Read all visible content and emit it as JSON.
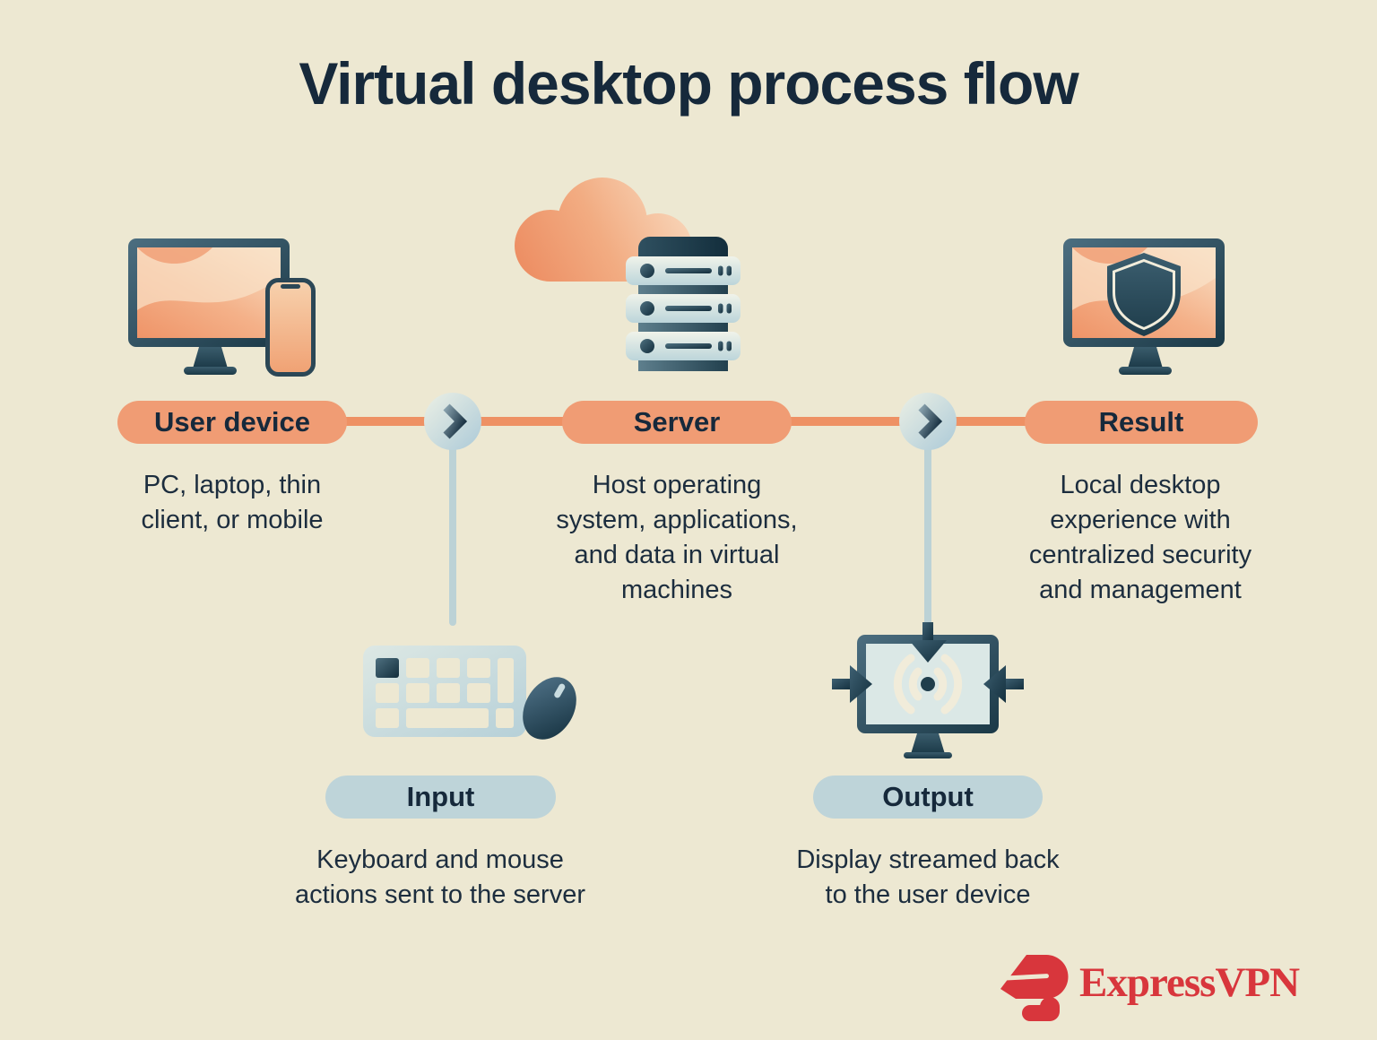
{
  "title": "Virtual desktop process flow",
  "flow": {
    "user_device": {
      "label": "User device",
      "description": "PC, laptop, thin\nclient, or mobile"
    },
    "server": {
      "label": "Server",
      "description": "Host operating\nsystem, applications,\nand data in virtual\nmachines"
    },
    "result": {
      "label": "Result",
      "description": "Local desktop\nexperience with\ncentralized security\nand management"
    },
    "input": {
      "label": "Input",
      "description": "Keyboard and mouse\nactions sent to the server"
    },
    "output": {
      "label": "Output",
      "description": "Display streamed back\nto the user device"
    }
  },
  "icons": {
    "user_device": "desktop-and-phone-icon",
    "server": "cloud-server-icon",
    "result": "secure-desktop-shield-icon",
    "input": "keyboard-and-mouse-icon",
    "output": "display-streaming-icon",
    "connector": "chevron-right-icon"
  },
  "brand": {
    "name": "ExpressVPN"
  },
  "colors": {
    "background": "#EDE8D2",
    "heading_text": "#16293B",
    "body_text": "#1C2D3E",
    "primary_pill": "#F09C74",
    "secondary_pill": "#BED4D9",
    "flow_line": "#EE9164",
    "drop_line": "#BCD2D6",
    "brand_red": "#D8363C"
  }
}
